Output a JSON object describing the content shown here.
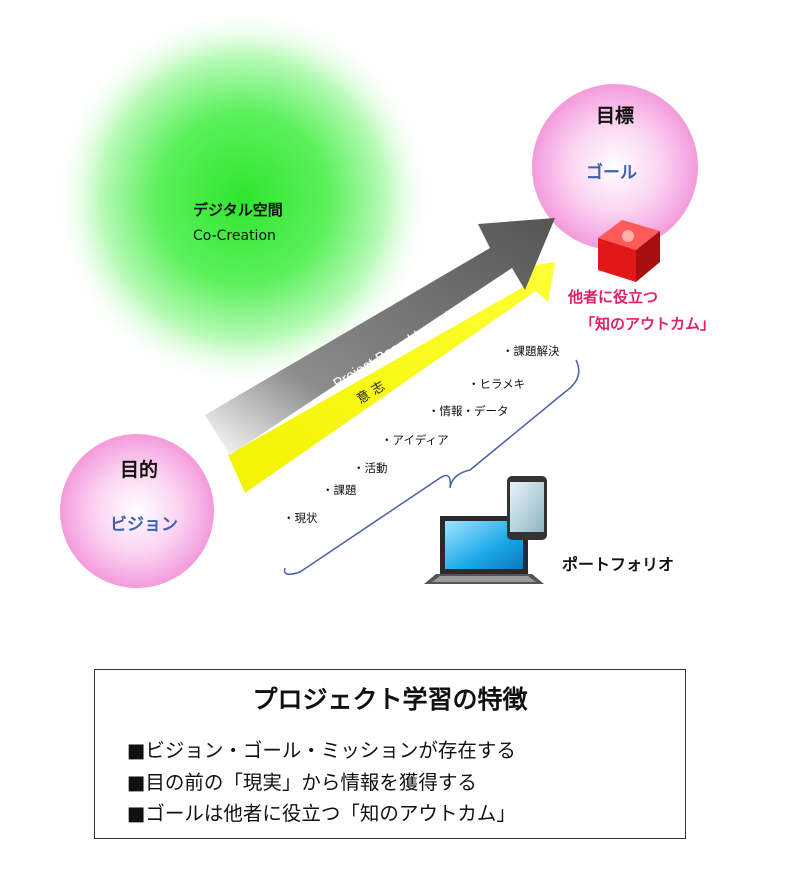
{
  "cloud": {
    "title": "デジタル空間",
    "subtitle": "Co-Creation"
  },
  "arrow_label": "Project Based Learning",
  "yellow_label": "意 志",
  "goal_circle": {
    "title": "目標",
    "subtitle": "ゴール"
  },
  "purpose_circle": {
    "title": "目的",
    "subtitle": "ビジョン"
  },
  "outcome": {
    "line1": "他者に役立つ",
    "line2": "「知のアウトカム」"
  },
  "items": [
    "・課題解決",
    "・ヒラメキ",
    "・情報・データ",
    "・アイディア",
    "・活動",
    "・課題",
    "・現状"
  ],
  "portfolio_label": "ポートフォリオ",
  "summary": {
    "title": "プロジェクト学習の特徴",
    "lines": [
      "■ビジョン・ゴール・ミッションが存在する",
      "■目の前の「現実」から情報を獲得する",
      "■ゴールは他者に役立つ「知のアウトカム」"
    ]
  },
  "colors": {
    "cloud_green": "#3ee83e",
    "circle_pink": "#f7a9e4",
    "arrow_gray": "#6b6b6b",
    "arrow_yellow": "#f5f516",
    "cube_red": "#e81a1a",
    "outcome_pink": "#e0206a",
    "subtitle_blue": "#3a62b5"
  },
  "icons": [
    "laptop-icon",
    "smartphone-icon",
    "red-cube-icon"
  ]
}
